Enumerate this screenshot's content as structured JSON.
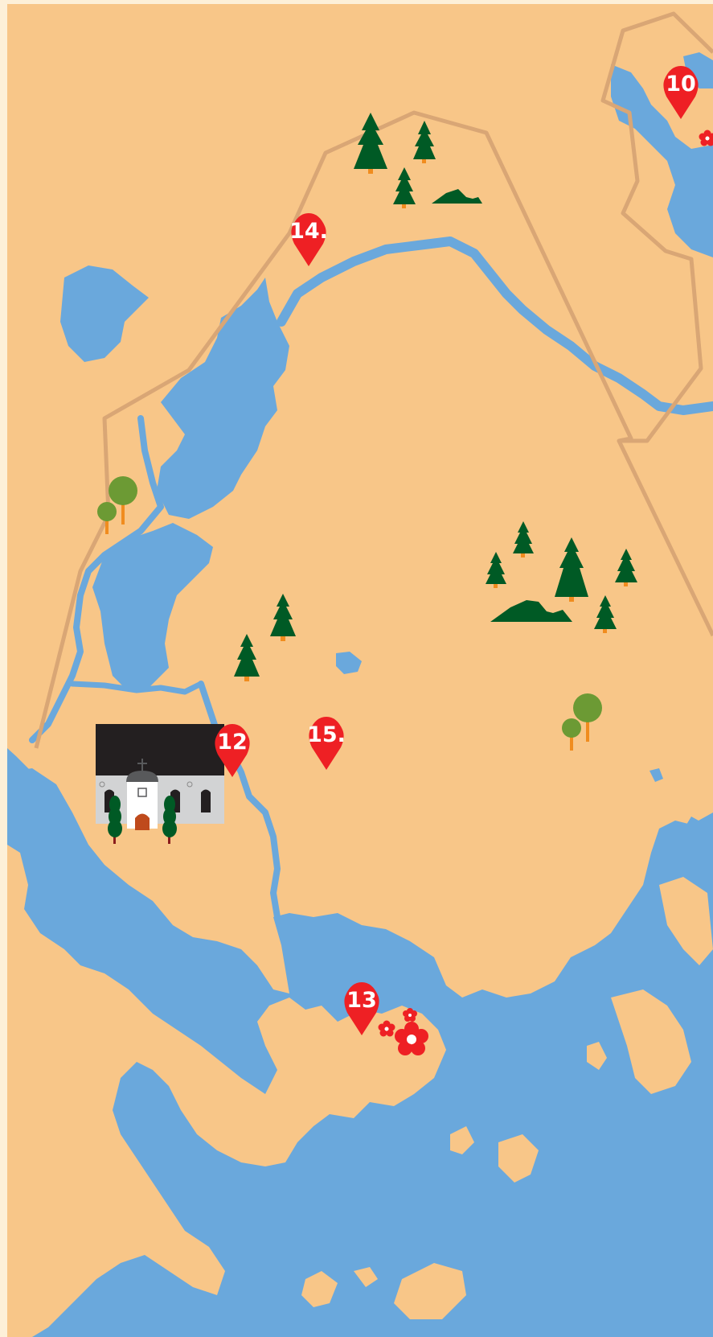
{
  "map": {
    "colors": {
      "land": "#f8c688",
      "water": "#6aa8dc",
      "border": "#d9a675",
      "marker": "#ee2024",
      "conifer": "#005a25",
      "deciduous_crown": "#6c9a34",
      "trunk": "#f08c1e",
      "church_roof": "#231f20",
      "church_wall": "#d2d3d4"
    },
    "markers": [
      {
        "id": "10",
        "label": "10"
      },
      {
        "id": "14",
        "label": "14."
      },
      {
        "id": "12",
        "label": "12"
      },
      {
        "id": "15",
        "label": "15."
      },
      {
        "id": "13",
        "label": "13"
      }
    ],
    "icons": [
      "conifer-tree-icon",
      "deciduous-tree-icon",
      "hill-icon",
      "church-icon",
      "flower-icon"
    ]
  }
}
